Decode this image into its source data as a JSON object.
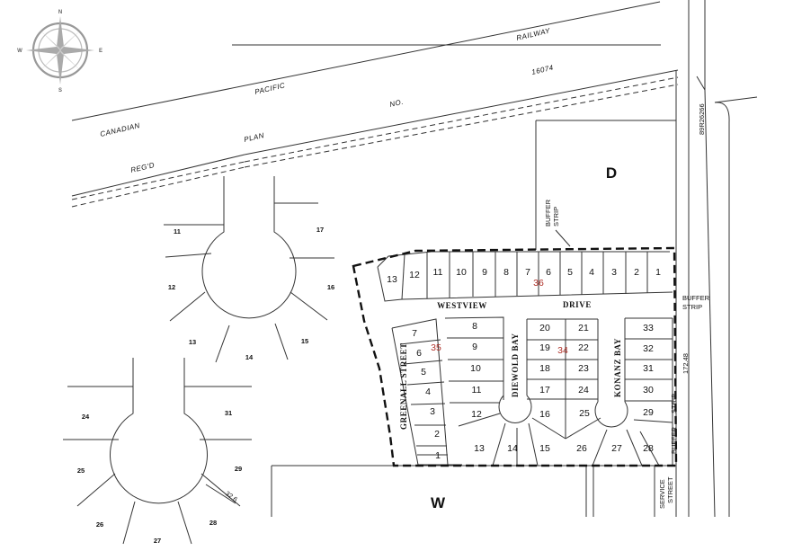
{
  "compass": {
    "n": "N",
    "s": "S",
    "e": "E",
    "w": "W"
  },
  "railway": {
    "labels": [
      "CANADIAN",
      "PACIFIC",
      "RAILWAY",
      "REG'D",
      "PLAN",
      "NO.",
      "16074"
    ]
  },
  "parcels": {
    "north": "D",
    "south": "W"
  },
  "roads": {
    "westview": "WESTVIEW",
    "drive": "DRIVE",
    "greenall": "GREENALL STREET",
    "diewold": "DIEWOLD BAY",
    "konanz": "KONANZ BAY",
    "service_a": "SERVICE",
    "service_b": "STREET"
  },
  "annotations": {
    "buffer_a": "BUFFER",
    "strip_a": "STRIP",
    "buffer_b": "BUFFER",
    "strip_b": "STRIP",
    "buffer_c": "BUFFER",
    "strip_c": "STRIP",
    "plan_ref": "89R26266",
    "dim_east": "172.48",
    "dim_cul": "32.6"
  },
  "blocks": {
    "b34": "34",
    "b35": "35",
    "b36": "36"
  },
  "lots": {
    "row": [
      "13",
      "12",
      "11",
      "10",
      "9",
      "8",
      "7",
      "6",
      "5",
      "4",
      "3",
      "2",
      "1"
    ],
    "greenall": [
      "7",
      "6",
      "5",
      "4",
      "3",
      "2",
      "1"
    ],
    "west_of_diewold": [
      "8",
      "9",
      "10",
      "11",
      "12",
      "13",
      "14"
    ],
    "between": [
      "20",
      "19",
      "18",
      "17",
      "16",
      "15",
      "21",
      "22",
      "23",
      "24",
      "25",
      "26"
    ],
    "east": [
      "33",
      "32",
      "31",
      "30",
      "29",
      "28",
      "27"
    ],
    "cul_a": [
      "11",
      "17",
      "12",
      "16",
      "13",
      "15",
      "14"
    ],
    "cul_b": [
      "24",
      "31",
      "25",
      "29",
      "26",
      "28",
      "27"
    ]
  }
}
